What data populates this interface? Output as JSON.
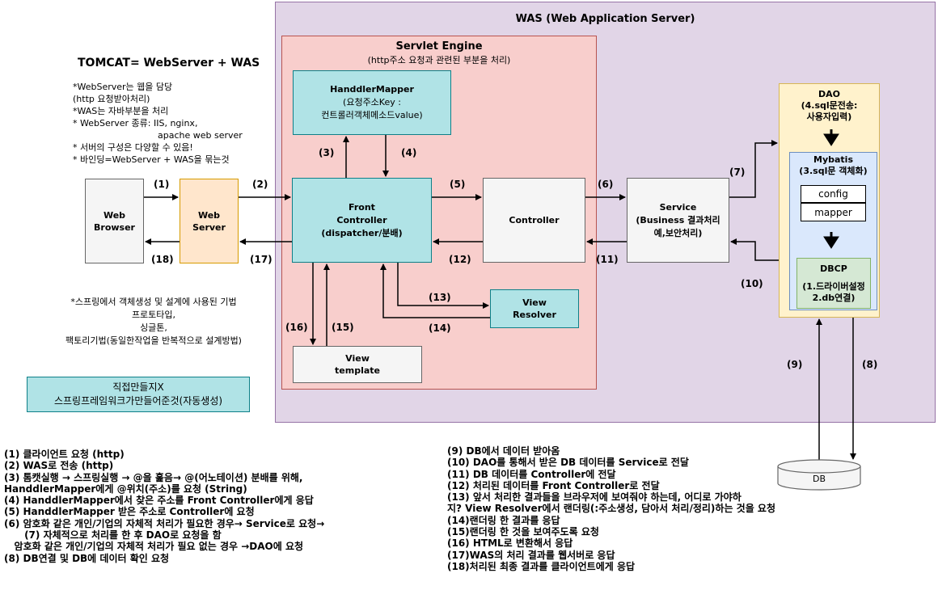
{
  "was": {
    "title": "WAS (Web Application Server)"
  },
  "servlet_engine": {
    "title": "Servlet Engine",
    "subtitle": "(http주소 요청과 관련된 부분을 처리)"
  },
  "tomcat_title": "TOMCAT=  WebServer + WAS",
  "notes_top": [
    "*WebServer는 웹을 담당",
    "(http 요청받아처리)",
    "*WAS는 자바부분을 처리",
    "* WebServer 종류: IIS, nginx,",
    "apache web server",
    "* 서버의 구성은 다양할 수 있음!",
    "* 바인딩=WebServer + WAS을 묶는것"
  ],
  "notes_mid": [
    "*스프링에서 객체생성 및 설계에 사용된 기법",
    "프로토타입,",
    "싱글톤,",
    "팩토리기법(동일한작업을 반복적으로 설계방법)"
  ],
  "legend": {
    "line1": "직접만들지X",
    "line2": "스프링프레임워크가만들어준것(자동생성)"
  },
  "boxes": {
    "web_browser": [
      "Web",
      "Browser"
    ],
    "web_server": [
      "Web",
      "Server"
    ],
    "handler_mapper": [
      "HanddlerMapper",
      "(요청주소Key :",
      "컨트롤러객체메소드value)"
    ],
    "front_controller": [
      "Front",
      "Controller",
      "(dispatcher/분배)"
    ],
    "controller": "Controller",
    "service": [
      "Service",
      "(Business 결과처리",
      "예,보안처리)"
    ],
    "view_resolver": [
      "View",
      "Resolver"
    ],
    "view_template": [
      "View",
      "template"
    ],
    "dao": [
      "DAO",
      "(4.sql문전송:",
      "사용자입력)"
    ],
    "mybatis": [
      "Mybatis",
      "(3.sql문 객체화)"
    ],
    "config": "config",
    "mapper": "mapper",
    "dbcp": [
      "DBCP",
      "(1.드라이버설정",
      "2.db연결)"
    ],
    "db": "DB"
  },
  "arrow_labels": {
    "a1": "(1)",
    "a2": "(2)",
    "a3": "(3)",
    "a4": "(4)",
    "a5": "(5)",
    "a6": "(6)",
    "a7": "(7)",
    "a8": "(8)",
    "a9": "(9)",
    "a10": "(10)",
    "a11": "(11)",
    "a12": "(12)",
    "a13": "(13)",
    "a14": "(14)",
    "a15": "(15)",
    "a16": "(16)",
    "a17": "(17)",
    "a18": "(18)"
  },
  "steps_left": [
    "(1) 클라이언트 요청 (http)",
    "(2) WAS로 전송 (http)",
    "(3) 톰캣실행 → 스프링실행 → @을 훑음→ @(어노테이션) 분배를 위해,",
    "HanddlerMapper에게  @위치(주소)를 요청 (String)",
    "(4) HanddlerMapper에서 찾은 주소를 Front Controller에게 응답",
    "(5) HanddlerMapper 받은 주소로 Controller에 요청",
    "(6) 암호화 같은 개인/기업의 자체적 처리가 필요한 경우→ Service로 요청→",
    "      (7) 자체적으로 처리를 한 후 DAO로 요청을 함",
    "   암호화 같은 개인/기업의 자체적 처리가 필요 없는 경우 →DAO에 요청",
    "(8) DB연결 및 DB에 데이터 확인 요청"
  ],
  "steps_right": [
    "(9) DB에서 데이터 받아옴",
    "(10) DAO를 통해서 받은 DB 데이터를 Service로 전달",
    "(11) DB 데이터를 Controller에 전달",
    "(12) 처리된 데이터를 Front Controller로 전달",
    "(13) 앞서 처리한 결과들을 브라우저에 보여줘야 하는데, 어디로 가야하",
    "지? View Resolver에서 랜더링(:주소생성, 담아서 처리/정리)하는 것을 요청",
    "(14)랜더링 한 결과를 응답",
    "(15)랜더링 한 것을 보여주도록 요청",
    "(16) HTML로 변환해서 응답",
    "(17)WAS의 처리 결과를 웹서버로 응답",
    "(18)처리된 최종 결과를 클라이언트에게 응답"
  ],
  "colors": {
    "was_fill": "#e1d5e7",
    "was_border": "#9673a6",
    "servlet_fill": "#f8cecc",
    "servlet_border": "#b85450",
    "spring_fill": "#b0e3e6",
    "spring_border": "#0e8088",
    "webserver_fill": "#ffe6cc",
    "webserver_border": "#d79b00",
    "gray_fill": "#f5f5f5",
    "gray_border": "#666666",
    "dao_fill": "#fff2cc",
    "dao_border": "#d6b656",
    "mybatis_fill": "#dae8fc",
    "mybatis_border": "#6c8ebf",
    "dbcp_fill": "#d5e8d4",
    "dbcp_border": "#82b366"
  }
}
